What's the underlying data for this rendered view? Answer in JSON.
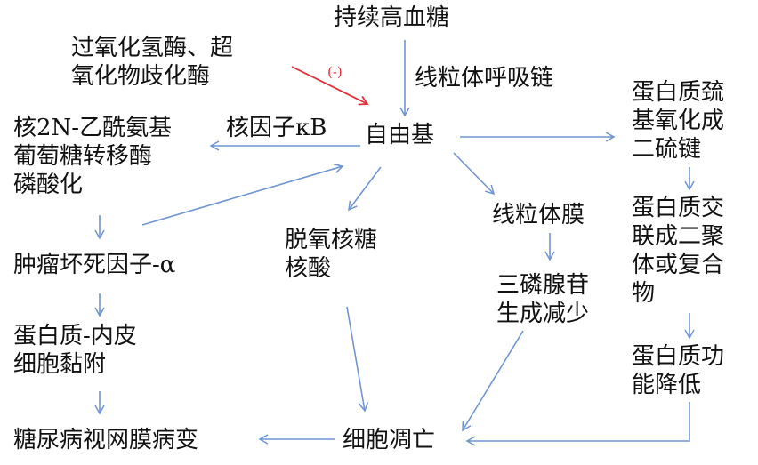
{
  "title": "持续高血糖",
  "nodes": {
    "enzymes": [
      "过氧化氢酶、超",
      "氧化物歧化酶"
    ],
    "mito_chain": "线粒体呼吸链",
    "free_radical": "自由基",
    "nfkb": "核因子κB",
    "glcnac": [
      "核2N-乙酰氨基",
      "葡萄糖转移酶",
      "磷酸化"
    ],
    "tnf": "肿瘤坏死因子-α",
    "adhesion": [
      "蛋白质-内皮",
      "细胞黏附"
    ],
    "retinopathy": "糖尿病视网膜病变",
    "dna": [
      "脱氧核糖",
      "核酸"
    ],
    "apoptosis": "细胞凋亡",
    "mito_membrane": "线粒体膜",
    "atp": [
      "三磷腺苷",
      "生成减少"
    ],
    "disulfide": [
      "蛋白质巯",
      "基氧化成",
      "二硫键"
    ],
    "crosslink": [
      "蛋白质交",
      "联成二聚",
      "体或复合",
      "物"
    ],
    "function_loss": [
      "蛋白质功",
      "能降低"
    ]
  },
  "inhibit_label": "(-)",
  "colors": {
    "arrow": "#6f95d2",
    "inhibit": "#e0303a"
  }
}
